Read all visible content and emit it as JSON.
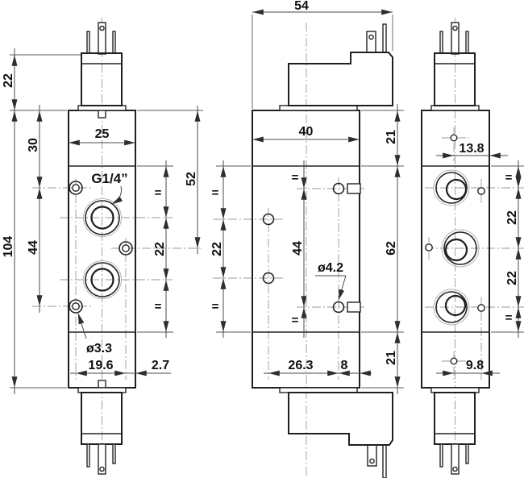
{
  "drawing": {
    "views": {
      "front": {
        "dims": {
          "coil_height": "22",
          "overall_height": "104",
          "port1_offset": "30",
          "hole_spacing": "44",
          "body_width": "25",
          "thread_label": "G1/4”",
          "eq_top": "=",
          "port_spacing": "22",
          "eq_bottom": "=",
          "upper_span": "52",
          "mount_hole_dia": "ø3.3",
          "hole_span": "19.6",
          "edge_offset": "2.7"
        }
      },
      "side": {
        "dims": {
          "overall_width": "54",
          "body_depth": "40",
          "top_section": "21",
          "eq_left_top": "=",
          "left_hole_spacing": "22",
          "eq_left_bottom": "=",
          "eq_mid_top": "=",
          "pilot_hole_spacing": "44",
          "eq_mid_bottom": "=",
          "pilot_hole_dia": "ø4.2",
          "middle_section": "62",
          "bottom_section": "21",
          "hole_offset": "26.3",
          "edge_offset": "8"
        }
      },
      "back": {
        "dims": {
          "top_hole_offset": "13.8",
          "eq_top": "=",
          "port_spacing_upper": "22",
          "port_spacing_lower": "22",
          "eq_bottom": "=",
          "bottom_hole_offset": "9.8"
        }
      }
    }
  }
}
